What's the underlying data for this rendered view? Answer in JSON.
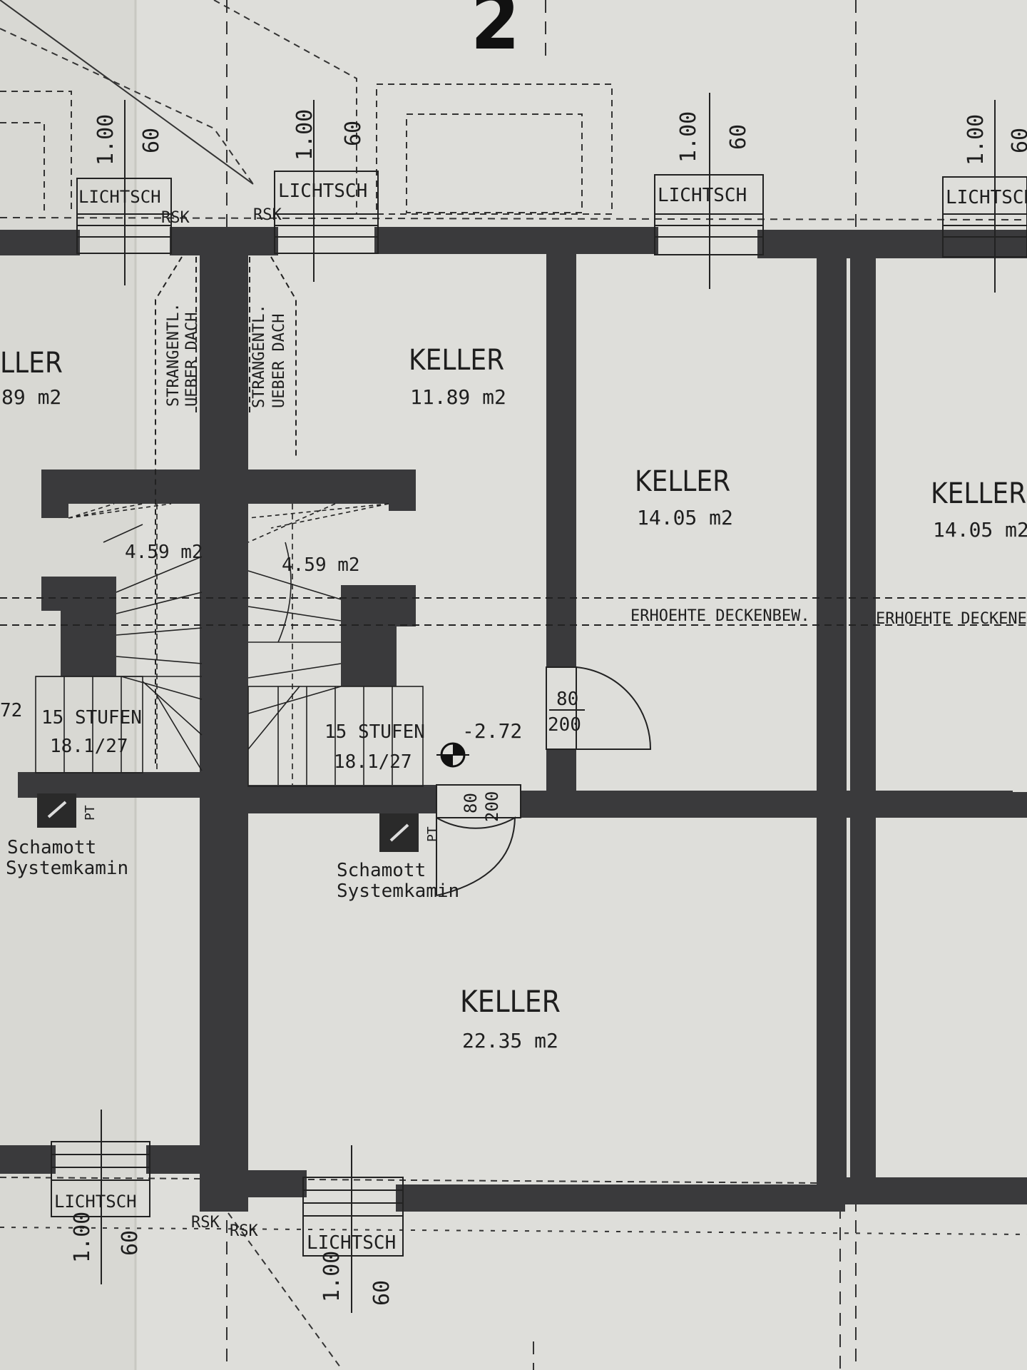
{
  "plan": {
    "sheet_number": "2",
    "rooms": [
      {
        "name": "KELLER",
        "area": "11.89 m2"
      },
      {
        "name": "KELLER",
        "area": "14.05 m2"
      },
      {
        "name": "KELLER",
        "area": "22.35 m2"
      },
      {
        "name": "LLER",
        "area": "89 m2"
      },
      {
        "name": "KELLER",
        "area": "14.05 m2"
      }
    ],
    "stairs": [
      {
        "area": "4.59 m2",
        "steps": "15 STUFEN",
        "ratio": "18.1/27"
      },
      {
        "area": "4.59 m2",
        "steps": "15 STUFEN",
        "ratio": "18.1/27"
      }
    ],
    "light_well": {
      "label": "LICHTSCH",
      "dim_a": "1.00",
      "dim_b": "60"
    },
    "rsk_label": "RSK",
    "drain_note": [
      "STRANGENTL.",
      "UEBER DACH"
    ],
    "chimney": {
      "line1": "Schamott",
      "line2": "Systemkamin",
      "tag": "PT"
    },
    "door": {
      "width": "80",
      "height": "200"
    },
    "level": "-2.72",
    "level_left": "72",
    "ceiling_note": "ERHOEHTE DECKENBEW.",
    "ceiling_note_right": "ERHOEHTE DECKENE"
  }
}
